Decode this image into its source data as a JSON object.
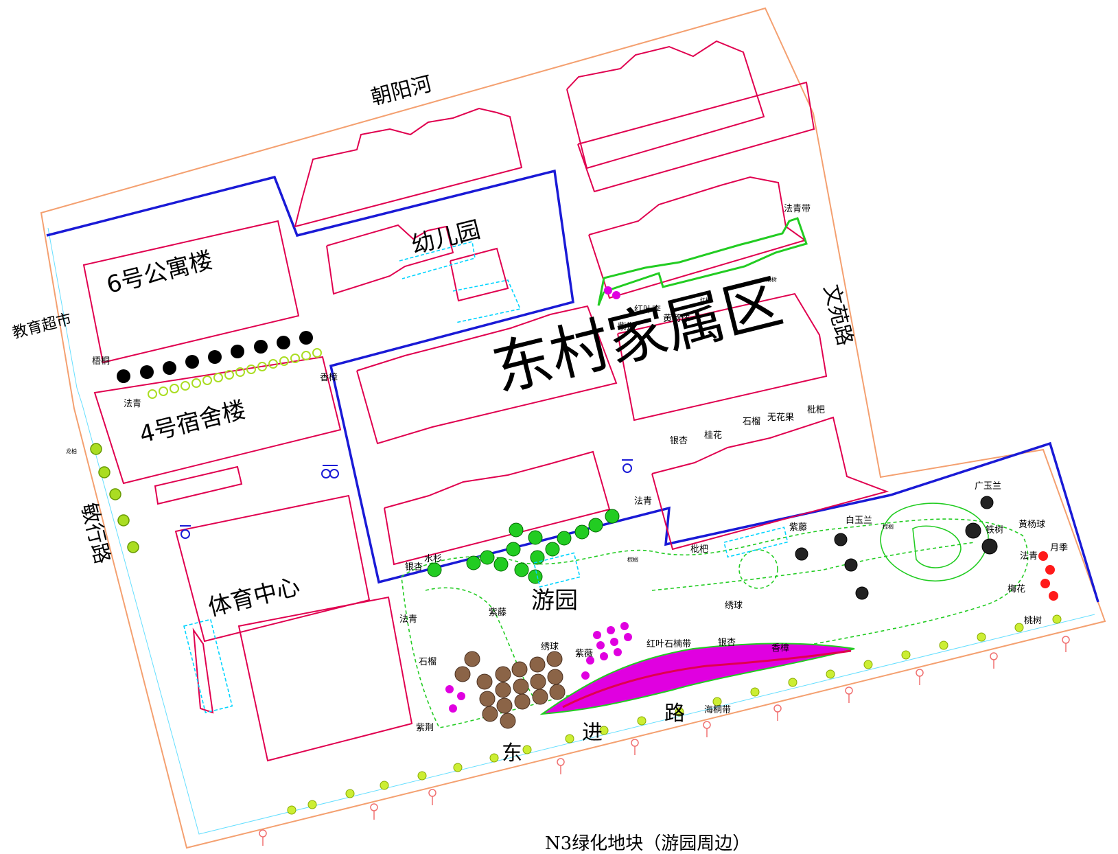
{
  "title": "东村家属区",
  "caption": "N3绿化地块（游园周边）",
  "roads": {
    "north": "朝阳河",
    "east": "文苑路",
    "west": "敏行路",
    "south": [
      "东",
      "进",
      "路"
    ]
  },
  "buildings": {
    "apartment_6": "6号公寓楼",
    "dorm_4": "4号宿舍楼",
    "kindergarten": "幼儿园",
    "sports_center": "体育中心",
    "supermarket": "教育超市",
    "garden": "游园"
  },
  "plant_labels": {
    "wutong": "梧桐",
    "faqing_west": "法青",
    "xiangzhang_west": "香樟",
    "longbai": "龙柏",
    "faqing_band": "法青带",
    "yushu": "榆树",
    "hongyeli": "红叶李",
    "hongfeng": "红枫",
    "huangyangqiu_north": "黄杨球",
    "zijing_north": "紫荆",
    "pipa_mid": "枇杷",
    "wuhuaguo": "无花果",
    "shiliu_mid": "石榴",
    "guihua": "桂花",
    "yinxing_mid": "银杏",
    "faqing_mid": "法青",
    "zhonglv": "棕榈",
    "shuishan": "水杉",
    "yinxing_garden": "银杏",
    "ziteng_garden": "紫藤",
    "faqing_garden": "法青",
    "xiuqiu_garden": "绣球",
    "ziwei": "紫薇",
    "shiliu_garden": "石榴",
    "zijing_garden": "紫荆",
    "hongye_shinan": "红叶石楠带",
    "yinxing_east": "银杏",
    "xiangzhang_east": "香樟",
    "haitong": "海桐带",
    "pipa_east": "枇杷",
    "xiuqiu_east": "绣球",
    "ziteng_east": "紫藤",
    "baiyulan": "白玉兰",
    "zonglv_east": "棕榈",
    "guangyulan": "广玉兰",
    "tieshu": "铁树",
    "huangyangqiu_east": "黄杨球",
    "faqing_east": "法青",
    "yueji": "月季",
    "meihua": "梅花",
    "taoshu": "桃树"
  },
  "colors": {
    "boundary": "#f4a070",
    "building": "#e0004f",
    "blue": "#1a1ad6",
    "green": "#22cc22",
    "cyan": "#00d4ff",
    "magenta": "#e000e0",
    "brown": "#8b6447",
    "lime": "#ccee33",
    "black": "#000000"
  }
}
